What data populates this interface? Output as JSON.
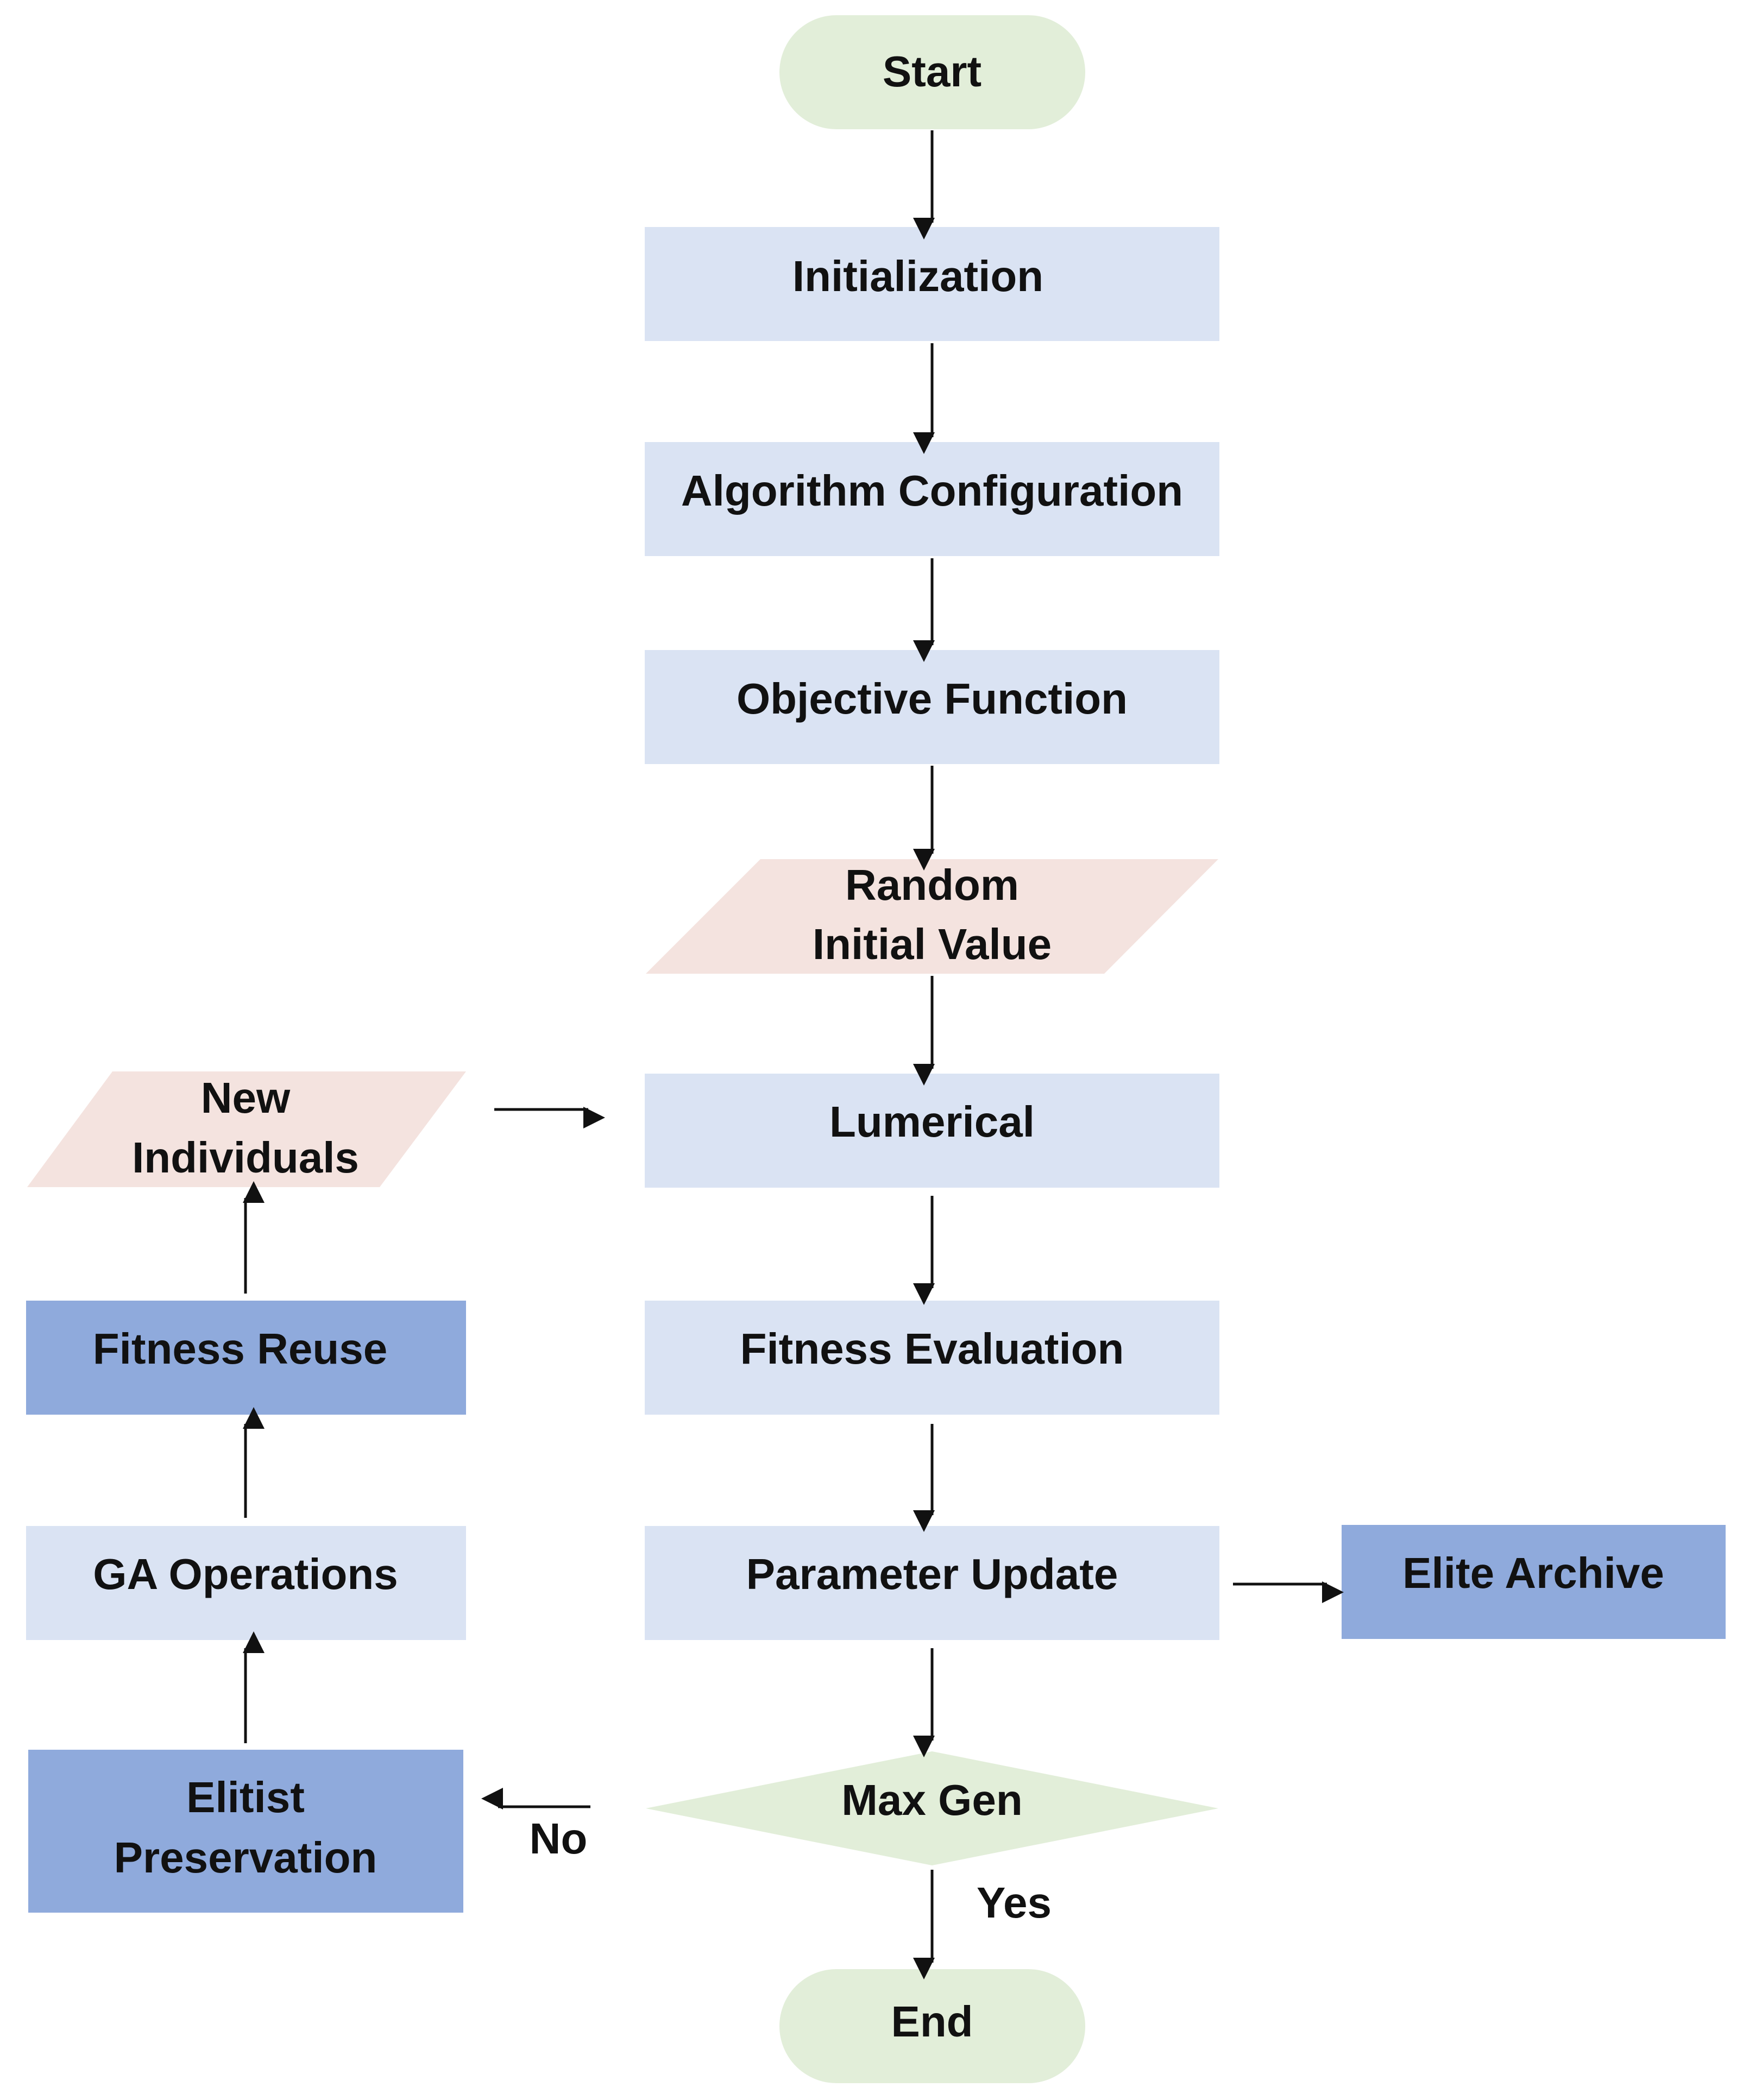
{
  "colors": {
    "terminal_fill": "#e2eed9",
    "process_light_fill": "#dae3f3",
    "process_dark_fill": "#8faadc",
    "io_fill": "#f4e3df",
    "decision_fill": "#e2eed9",
    "arrow": "#111111",
    "text": "#111111"
  },
  "nodes": {
    "start": "Start",
    "initialization": "Initialization",
    "algorithm_configuration": "Algorithm Configuration",
    "objective_function": "Objective Function",
    "random_initial_value": {
      "line1": "Random",
      "line2": "Initial Value"
    },
    "lumerical": "Lumerical",
    "fitness_evaluation": "Fitness Evaluation",
    "parameter_update": "Parameter Update",
    "elite_archive": "Elite Archive",
    "max_gen": "Max Gen",
    "end": "End",
    "elitist_preservation": {
      "line1": "Elitist",
      "line2": "Preservation"
    },
    "ga_operations": "GA Operations",
    "fitness_reuse": "Fitness Reuse",
    "new_individuals": {
      "line1": "New",
      "line2": "Individuals"
    }
  },
  "edge_labels": {
    "no": "No",
    "yes": "Yes"
  }
}
